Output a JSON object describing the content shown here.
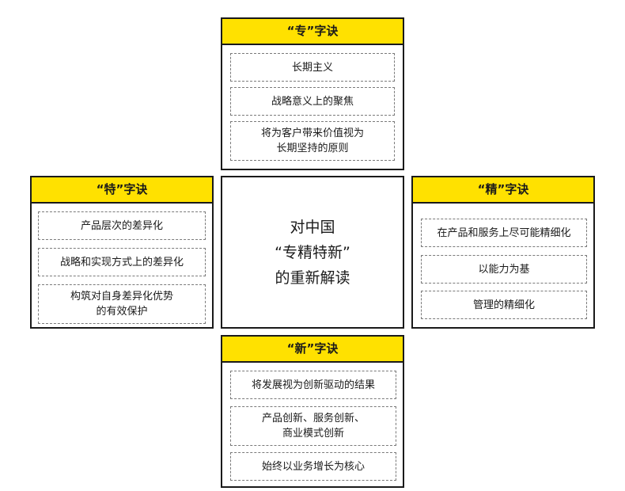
{
  "colors": {
    "header_yellow": "#ffe100",
    "border": "#1a1a1a",
    "dashed": "#7a7a7a"
  },
  "center": {
    "text": "对中国\n“专精特新”\n的重新解读"
  },
  "zhuan": {
    "title": "“专”字诀",
    "items": [
      "长期主义",
      "战略意义上的聚焦",
      "将为客户带来价值视为\n长期坚持的原则"
    ]
  },
  "te": {
    "title": "“特”字诀",
    "items": [
      "产品层次的差异化",
      "战略和实现方式上的差异化",
      "构筑对自身差异化优势\n的有效保护"
    ]
  },
  "jing": {
    "title": "“精”字诀",
    "items": [
      "在产品和服务上尽可能精细化",
      "以能力为基",
      "管理的精细化"
    ]
  },
  "xin": {
    "title": "“新”字诀",
    "items": [
      "将发展视为创新驱动的结果",
      "产品创新、服务创新、\n商业模式创新",
      "始终以业务增长为核心"
    ]
  }
}
